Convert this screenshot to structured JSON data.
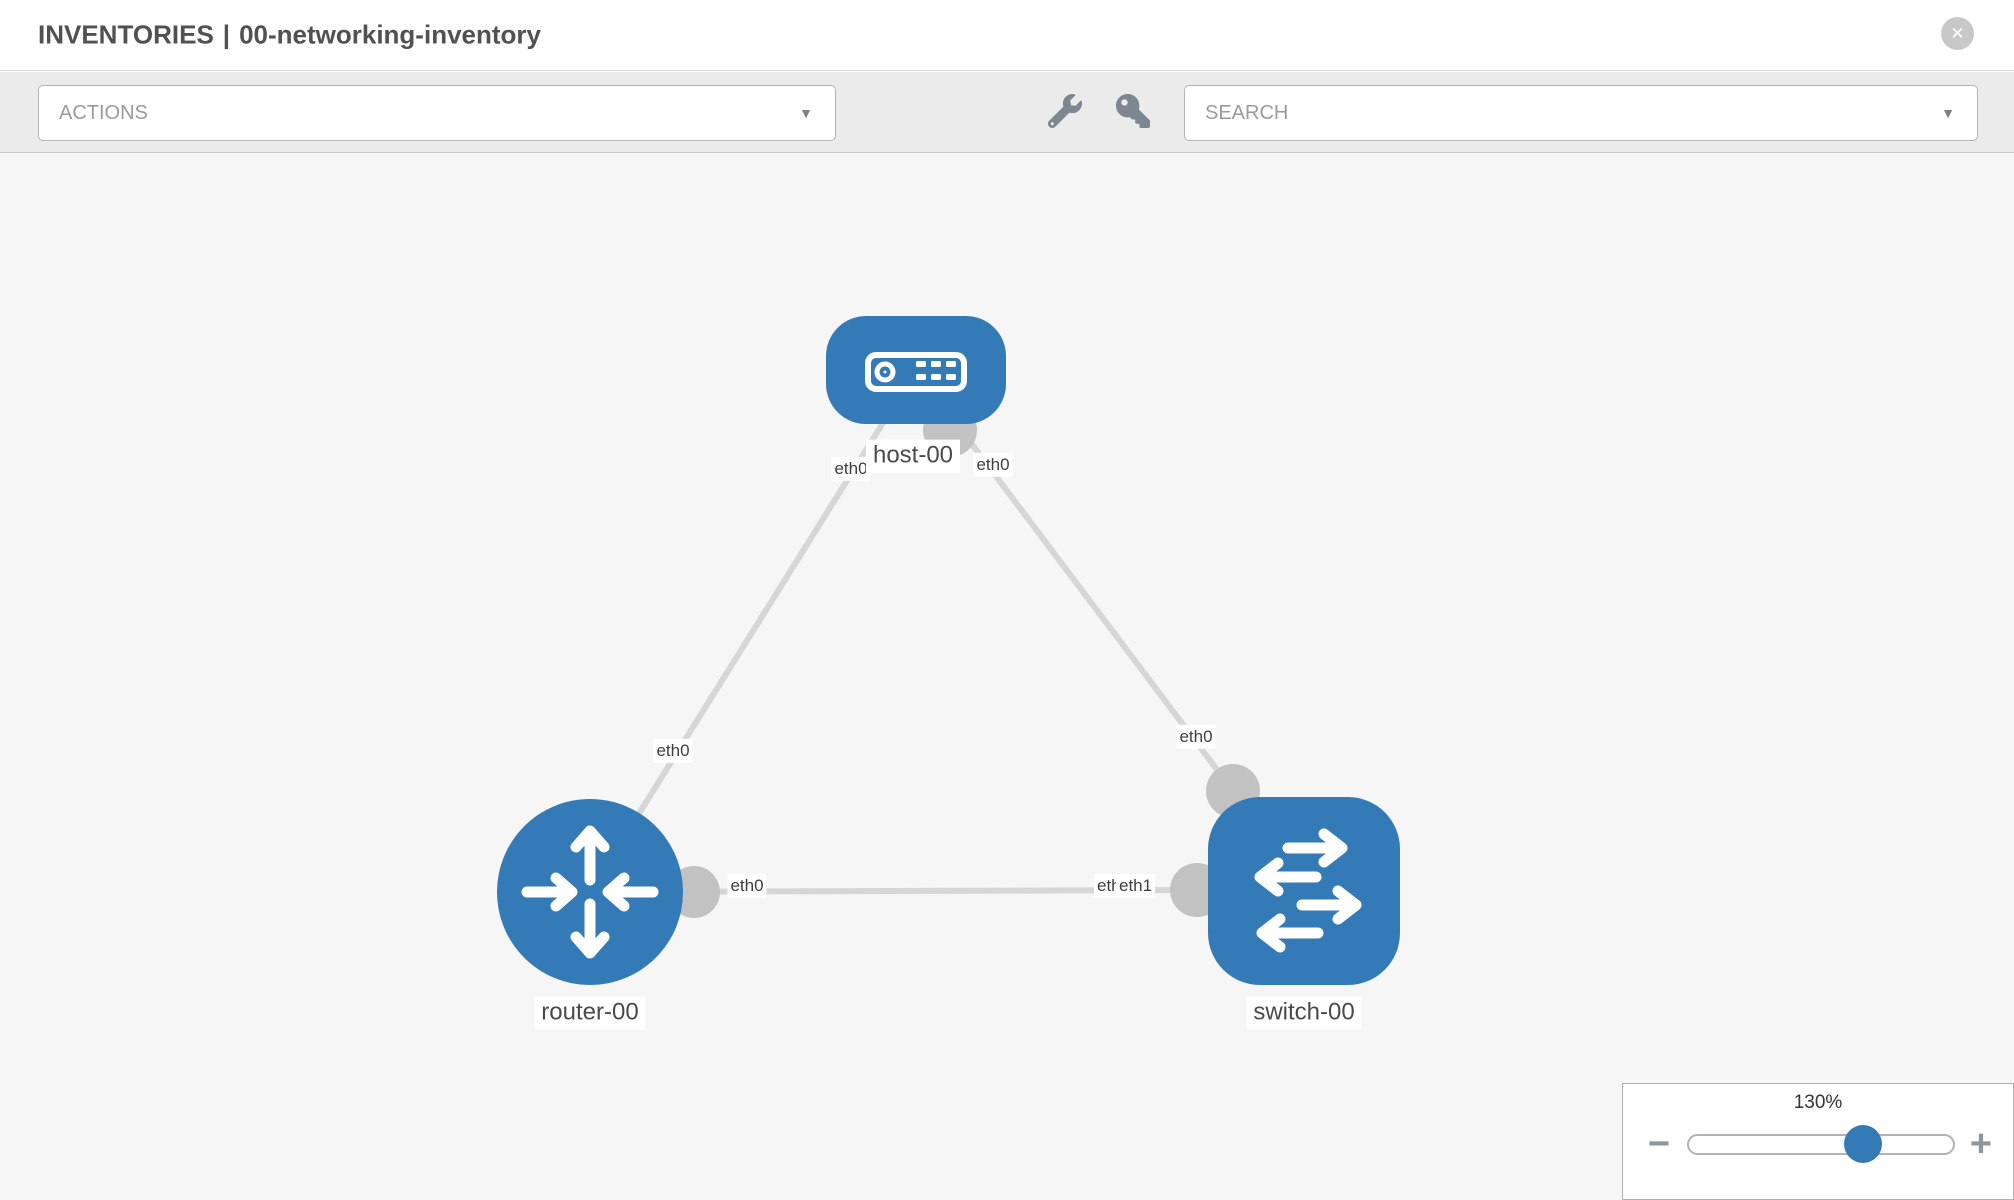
{
  "header": {
    "section": "INVENTORIES",
    "separator": "|",
    "item": "00-networking-inventory",
    "close_glyph": "✕"
  },
  "toolbar": {
    "actions_label": "ACTIONS",
    "search_placeholder": "SEARCH",
    "caret_glyph": "▼"
  },
  "icons": {
    "close": "x-circle-icon",
    "actions_caret": "chevron-down-icon",
    "wrench": "wrench-icon",
    "key": "key-icon",
    "search_caret": "chevron-down-icon",
    "zoom_out": "minus-icon",
    "zoom_in": "plus-icon",
    "host": "server-icon",
    "router": "router-arrows-icon",
    "switch": "switch-arrows-icon"
  },
  "colors": {
    "node_blue": "#337ab7",
    "link_gray": "#d6d6d6",
    "port_gray": "#c2c2c2",
    "toolbar_bg": "#ebebeb",
    "canvas_bg": "#f6f6f6",
    "label_text": "#3e3e3e"
  },
  "diagram": {
    "nodes": [
      {
        "id": "host-00",
        "label": "host-00",
        "type": "host",
        "shape": "rounded-rectangle"
      },
      {
        "id": "router-00",
        "label": "router-00",
        "type": "router",
        "shape": "circle"
      },
      {
        "id": "switch-00",
        "label": "switch-00",
        "type": "switch",
        "shape": "rounded-square"
      }
    ],
    "links": [
      {
        "from": "host-00",
        "to": "router-00",
        "from_label": "eth0",
        "to_label": "eth0"
      },
      {
        "from": "host-00",
        "to": "switch-00",
        "from_label": "eth0",
        "to_label": "eth0"
      },
      {
        "from": "router-00",
        "to": "switch-00",
        "from_label": "eth0",
        "to_label": "eth1",
        "to_label_hidden": "eth0"
      }
    ]
  },
  "zoom_panel": {
    "level": "130%",
    "minus_glyph": "−",
    "plus_glyph": "+",
    "slider_value_percent": 65
  }
}
